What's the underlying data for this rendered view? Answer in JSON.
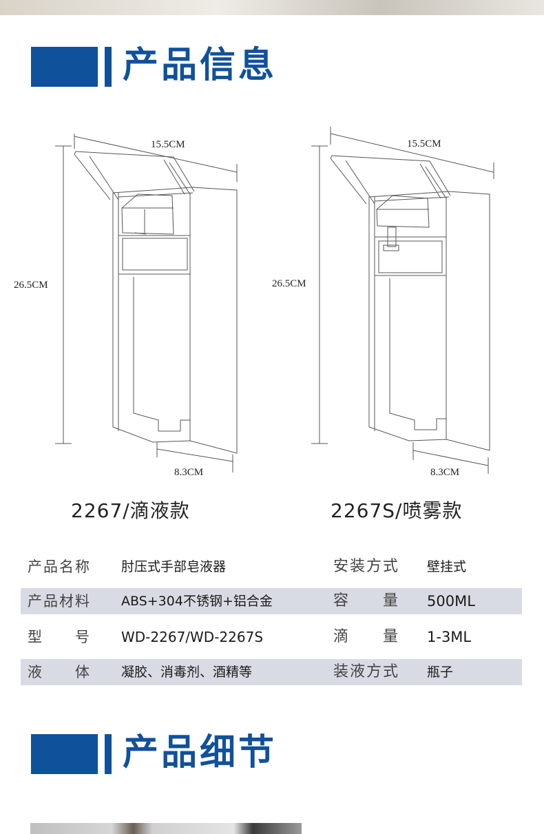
{
  "section1": {
    "title": "产品信息"
  },
  "section2": {
    "title": "产品细节"
  },
  "drawings": [
    {
      "width_label": "15.5CM",
      "height_label": "26.5CM",
      "depth_label": "8.3CM",
      "model_label": "2267/滴液款",
      "variant": "drip"
    },
    {
      "width_label": "15.5CM",
      "height_label": "26.5CM",
      "depth_label": "8.3CM",
      "model_label": "2267S/喷雾款",
      "variant": "spray"
    }
  ],
  "specs": [
    {
      "k1": "产品名称",
      "v1": "肘压式手部皂液器",
      "k2": "安装方式",
      "v2": "壁挂式",
      "shaded": false
    },
    {
      "k1": "产品材料",
      "v1": "ABS+304不锈钢+铝合金",
      "k2": "容　　量",
      "v2": "500ML",
      "shaded": true
    },
    {
      "k1": "型　　号",
      "v1": "WD-2267/WD-2267S",
      "k2": "滴　　量",
      "v2": "1-3ML",
      "shaded": false
    },
    {
      "k1": "液　　体",
      "v1": "凝胶、消毒剂、酒精等",
      "k2": "装液方式",
      "v2": "瓶子",
      "shaded": true
    }
  ],
  "colors": {
    "brand_blue": "#10519c",
    "row_shade": "#d9dbe4"
  }
}
